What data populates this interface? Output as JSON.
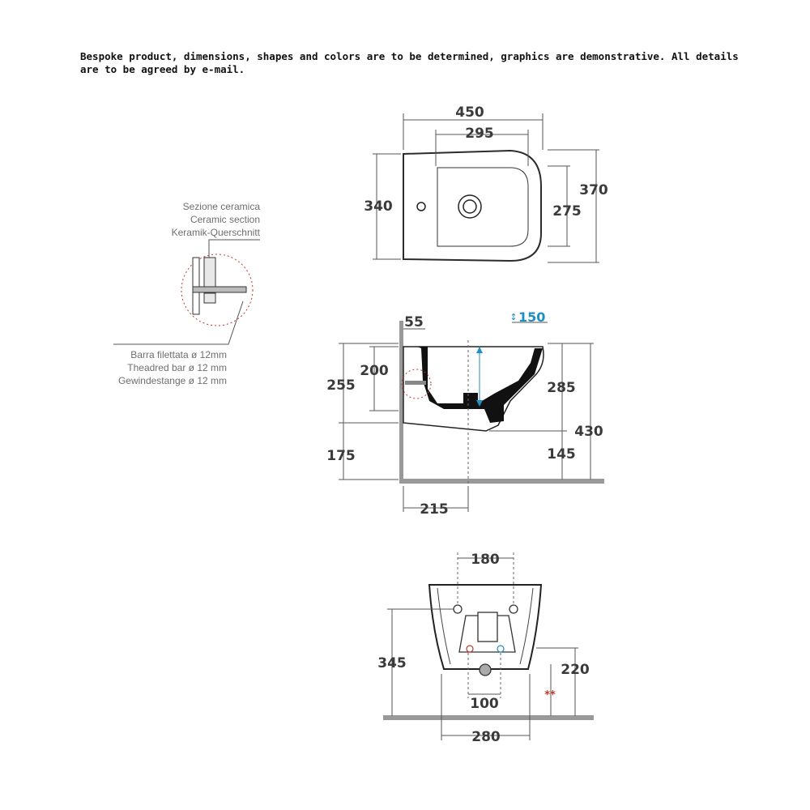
{
  "notice": "Bespoke product, dimensions, shapes and colors are to be determined, graphics are demonstrative. All details are to be agreed by e-mail.",
  "callouts": {
    "section": [
      "Sezione ceramica",
      "Ceramic section",
      "Keramik-Querschnitt"
    ],
    "bar": [
      "Barra filettata ø 12mm",
      "Theadred bar ø 12 mm",
      "Gewindestange ø 12 mm"
    ]
  },
  "top_view": {
    "width_total": "450",
    "width_inner": "295",
    "depth_total": "370",
    "depth_left": "340",
    "basin_depth": "275"
  },
  "side_view": {
    "wall_offset": "55",
    "adjust": "150",
    "bolt_height": "200",
    "upper_left": "255",
    "lower_left": "175",
    "bowl_height": "285",
    "total_height": "430",
    "lower_right": "145",
    "drain_offset": "215"
  },
  "rear_view": {
    "bolt_spacing": "180",
    "height_left": "345",
    "height_right": "220",
    "drain_spacing": "100",
    "base_width": "280",
    "note_mark": "**"
  },
  "colors": {
    "accent_blue": "#1e8fc2",
    "hot_red": "#c0392b",
    "floor": "#999999"
  }
}
